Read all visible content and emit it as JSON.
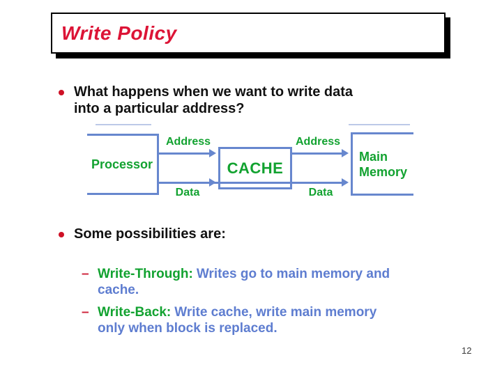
{
  "slide": {
    "title": "Write Policy",
    "page_number": "12",
    "bullet_1": {
      "line1": "What happens when we want to write data",
      "line2": "into a particular address?"
    },
    "bullet_2": {
      "line1": "Some possibilities are:"
    },
    "sub_bullet_1": {
      "dash": "–",
      "term": "Write-Through:",
      "desc_line1": "Writes go to main memory and",
      "desc_line2": "cache."
    },
    "sub_bullet_2": {
      "dash": "–",
      "term": "Write-Back:",
      "desc_line1": "Write cache, write main memory",
      "desc_line2": "only when block is replaced."
    },
    "diagram": {
      "processor": "Processor",
      "cache": "CACHE",
      "main_memory_line1": "Main",
      "main_memory_line2": "Memory",
      "labels": {
        "address_left": "Address",
        "address_right": "Address",
        "data_left": "Data",
        "data_right": "Data"
      }
    },
    "colors": {
      "title_red": "#DC1436",
      "bullet_dot_red": "#CE1126",
      "dash_red": "#CE2139",
      "green": "#12A230",
      "line_blue": "#6787CE",
      "text_blue": "#5E7DD0",
      "body_black": "#111111",
      "shadow_black": "#000000"
    }
  }
}
